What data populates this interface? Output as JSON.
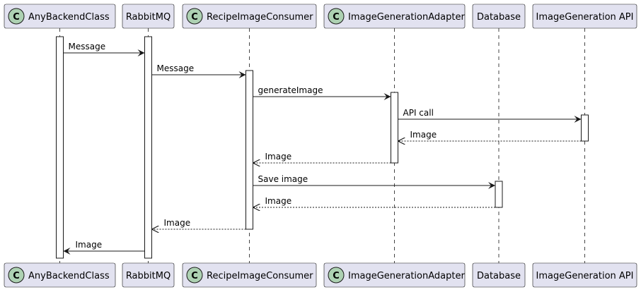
{
  "diagram": {
    "type": "sequence",
    "colors": {
      "participant_fill": "#E2E2F0",
      "participant_border": "#181818",
      "class_badge": "#ADD1B2",
      "lifeline": "#181818",
      "activation_fill": "#FFFFFF",
      "arrow": "#181818"
    },
    "participants": [
      {
        "name": "AnyBackendClass",
        "kind": "class",
        "badge": "C"
      },
      {
        "name": "RabbitMQ",
        "kind": "participant"
      },
      {
        "name": "RecipeImageConsumer",
        "kind": "class",
        "badge": "C"
      },
      {
        "name": "ImageGenerationAdapter",
        "kind": "class",
        "badge": "C"
      },
      {
        "name": "Database",
        "kind": "participant"
      },
      {
        "name": "ImageGeneration API",
        "kind": "participant"
      }
    ],
    "messages": [
      {
        "from": 0,
        "to": 1,
        "label": "Message",
        "style": "solid"
      },
      {
        "from": 1,
        "to": 2,
        "label": "Message",
        "style": "solid"
      },
      {
        "from": 2,
        "to": 3,
        "label": "generateImage",
        "style": "solid"
      },
      {
        "from": 3,
        "to": 5,
        "label": "API call",
        "style": "solid"
      },
      {
        "from": 5,
        "to": 3,
        "label": "Image",
        "style": "dashed"
      },
      {
        "from": 3,
        "to": 2,
        "label": "Image",
        "style": "dashed"
      },
      {
        "from": 2,
        "to": 4,
        "label": "Save image",
        "style": "solid"
      },
      {
        "from": 4,
        "to": 2,
        "label": "Image",
        "style": "dashed"
      },
      {
        "from": 2,
        "to": 1,
        "label": "Image",
        "style": "dashed"
      },
      {
        "from": 1,
        "to": 0,
        "label": "Image",
        "style": "solid"
      }
    ],
    "activations": [
      {
        "participant": 0,
        "from_message": 0,
        "to_message": 9
      },
      {
        "participant": 1,
        "from_message": 0,
        "to_message": 9
      },
      {
        "participant": 2,
        "from_message": 1,
        "to_message": 8
      },
      {
        "participant": 3,
        "from_message": 2,
        "to_message": 5
      },
      {
        "participant": 5,
        "from_message": 3,
        "to_message": 4
      },
      {
        "participant": 4,
        "from_message": 6,
        "to_message": 7
      }
    ]
  }
}
